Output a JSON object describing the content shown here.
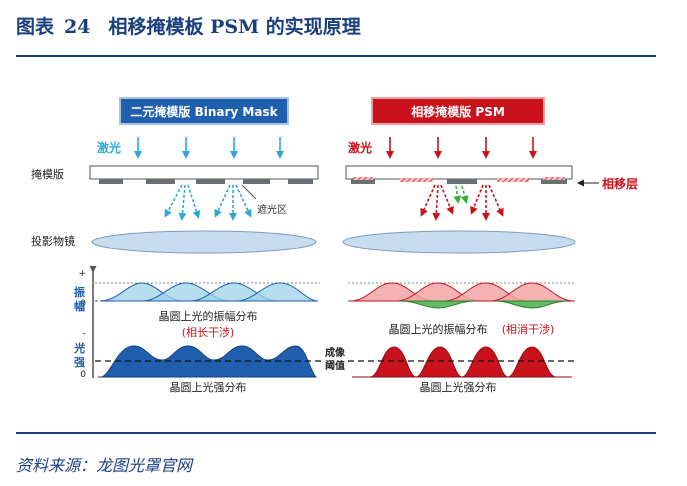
{
  "figure": {
    "label": "图表",
    "number": "24",
    "title": "相移掩模板 PSM 的实现原理"
  },
  "panels": {
    "binary": {
      "header": "二元掩模版 Binary Mask",
      "light": "激光",
      "shade": "遮光区"
    },
    "psm": {
      "header": "相移掩模版 PSM",
      "light": "激光",
      "phase": "相移层"
    }
  },
  "labels": {
    "mask": "掩模版",
    "lens": "投影物镜",
    "amp_axis": "振幅",
    "intensity_axis": "光强",
    "plus": "+",
    "minus": "-",
    "zero": "0",
    "amp_caption": "晶圆上光的振幅分布",
    "constructive": "(相长干涉)",
    "destructive": "(相消干涉)",
    "intensity_caption": "晶圆上光强分布",
    "threshold": "成像阈值"
  },
  "source": "资料来源：龙图光罩官网",
  "colors": {
    "title_blue": "#1a3f7f",
    "binary_blue": "#1f5fae",
    "cyan_arrow": "#2fa8d4",
    "psm_red": "#c9121b",
    "pink_fill": "#f4a6a6",
    "green": "#3cab3c",
    "lens": "#c8dcef"
  }
}
